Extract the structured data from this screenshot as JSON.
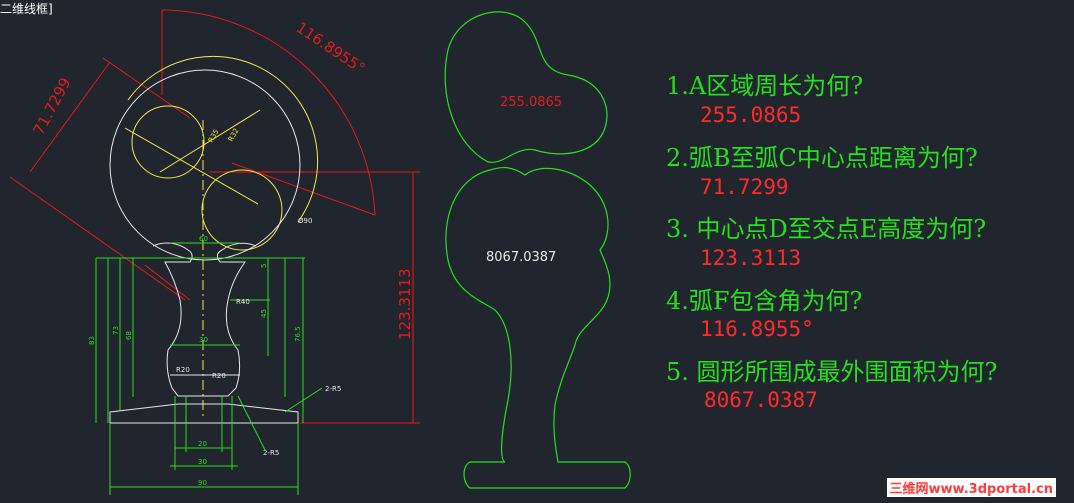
{
  "viewport_label": "二维线框]",
  "colors": {
    "background": "#21252d",
    "outline": "#e8e8e8",
    "dimension_green": "#25e01c",
    "dimension_yellow": "#f4e84a",
    "answer_red": "#ff2b2b",
    "construction_red": "#e31c1c"
  },
  "drawing": {
    "dims": {
      "arc_angle": "116.8955°",
      "arc_distance": "71.7299",
      "height_total": "123.3113",
      "radius_a": "R35",
      "radius_b": "R32",
      "diameter": "Ø90",
      "width_top": "60",
      "r40": "R40",
      "r20_left": "R20",
      "r20_right": "R20",
      "w30_mid": "30",
      "w20": "20",
      "w30_bottom": "30",
      "w90": "90",
      "h83": "83",
      "h73": "73",
      "h68": "68",
      "h5": "5",
      "h45": "45",
      "h76": "76.5",
      "chamfer_top": "2-R5",
      "chamfer_bottom": "2-R5"
    }
  },
  "regions": {
    "a_label": "255.0865",
    "b_label": "8067.0387"
  },
  "questions": [
    {
      "q": "1.A区域周长为何?",
      "a": "255.0865"
    },
    {
      "q": "2.弧B至弧C中心点距离为何?",
      "a": "71.7299"
    },
    {
      "q": "3. 中心点D至交点E高度为何?",
      "a": "123.3113"
    },
    {
      "q": "4.弧F包含角为何?",
      "a": "116.8955°"
    },
    {
      "q": "5. 圆形所围成最外围面积为何?",
      "a": "8067.0387"
    }
  ],
  "watermark": "三维网www.3dportal.cn"
}
